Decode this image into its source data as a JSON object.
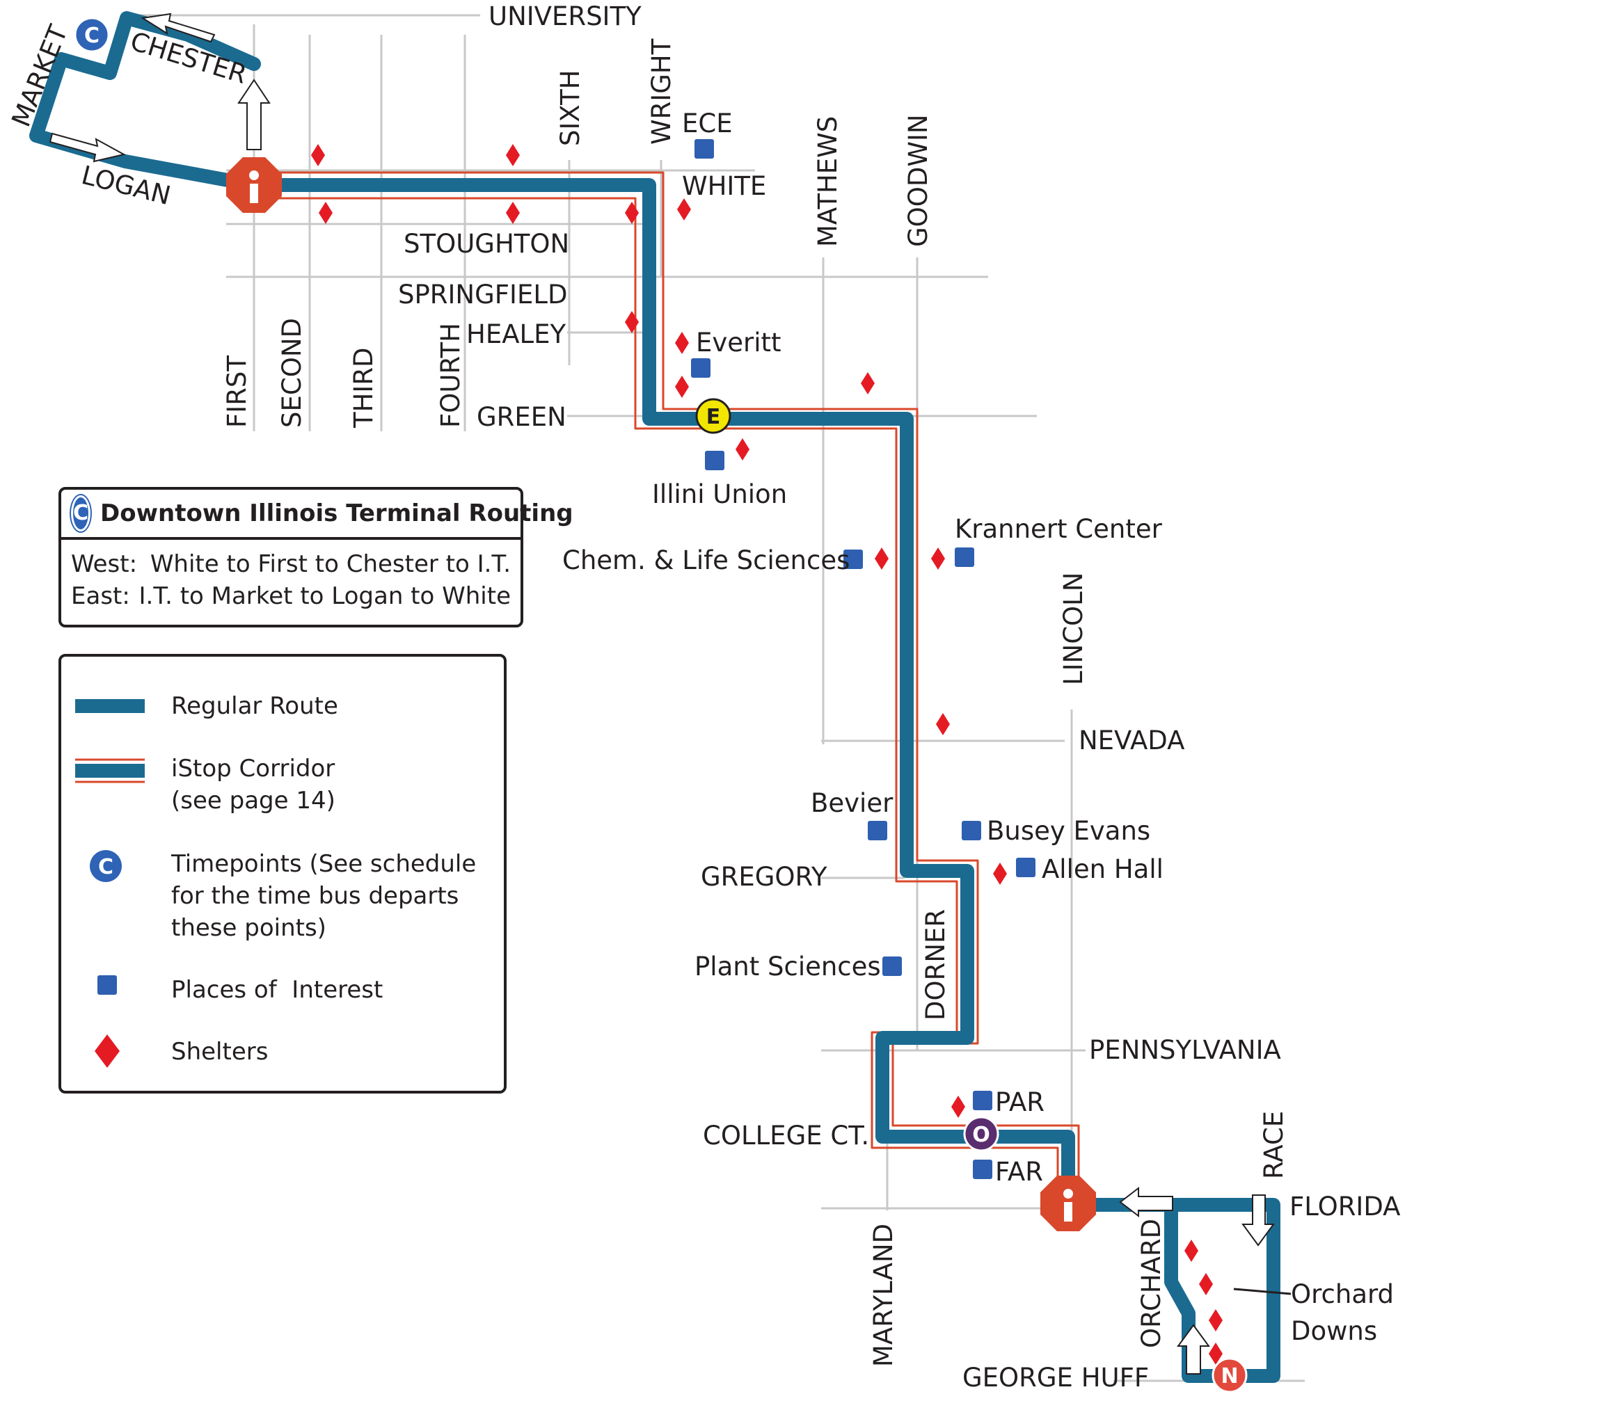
{
  "streets": {
    "university": "UNIVERSITY",
    "market": "MARKET",
    "chester": "CHESTER",
    "logan": "LOGAN",
    "sixth": "SIXTH",
    "wright": "WRIGHT",
    "ece": "ECE",
    "white": "WHITE",
    "mathews": "MATHEWS",
    "goodwin": "GOODWIN",
    "stoughton": "STOUGHTON",
    "springfield": "SPRINGFIELD",
    "healey": "HEALEY",
    "fourth": "FOURTH",
    "green": "GREEN",
    "first": "FIRST",
    "second": "SECOND",
    "third": "THIRD",
    "lincoln": "LINCOLN",
    "nevada": "NEVADA",
    "gregory": "GREGORY",
    "dorner": "DORNER",
    "pennsylvania": "PENNSYLVANIA",
    "college_ct": "COLLEGE CT.",
    "race": "RACE",
    "florida": "FLORIDA",
    "maryland": "MARYLAND",
    "orchard": "ORCHARD",
    "george_huff": "GEORGE HUFF"
  },
  "places": {
    "everitt": "Everitt",
    "illini_union": "Illini Union",
    "krannert": "Krannert Center",
    "chem": "Chem. & Life Sciences",
    "bevier": "Bevier",
    "busey": "Busey Evans",
    "allen": "Allen Hall",
    "plant": "Plant Sciences",
    "par": "PAR",
    "far": "FAR",
    "orchard_downs_1": "Orchard",
    "orchard_downs_2": "Downs"
  },
  "timepoints": {
    "c": "C",
    "e": "E",
    "o": "O",
    "n": "N"
  },
  "routing_box": {
    "title": "Downtown Illinois Terminal Routing",
    "west_label": "West:",
    "west_text": "White to First to Chester to I.T.",
    "east_label": "East:",
    "east_text": "I.T. to Market to Logan to White"
  },
  "legend": {
    "regular_route": "Regular Route",
    "istop": "iStop Corridor\n(see page 14)",
    "timepoints": "Timepoints (See schedule\nfor the time bus departs\nthese points)",
    "places": "Places of  Interest",
    "shelters": "Shelters"
  },
  "colors": {
    "route": "#1b6b91",
    "istop_outline": "#d9482b",
    "timepoint_c": "#2e63b6",
    "timepoint_e": "#f2e600",
    "timepoint_o": "#5a2d6e",
    "timepoint_n": "#e2483c",
    "terminal": "#d9482b",
    "place": "#2e5fb0",
    "shelter": "#e51b24",
    "street": "#c8c8c8"
  },
  "icons": {
    "terminal": "info-octagon-icon",
    "place": "blue-square-icon",
    "shelter": "red-diamond-icon",
    "direction": "white-arrow-icon"
  }
}
